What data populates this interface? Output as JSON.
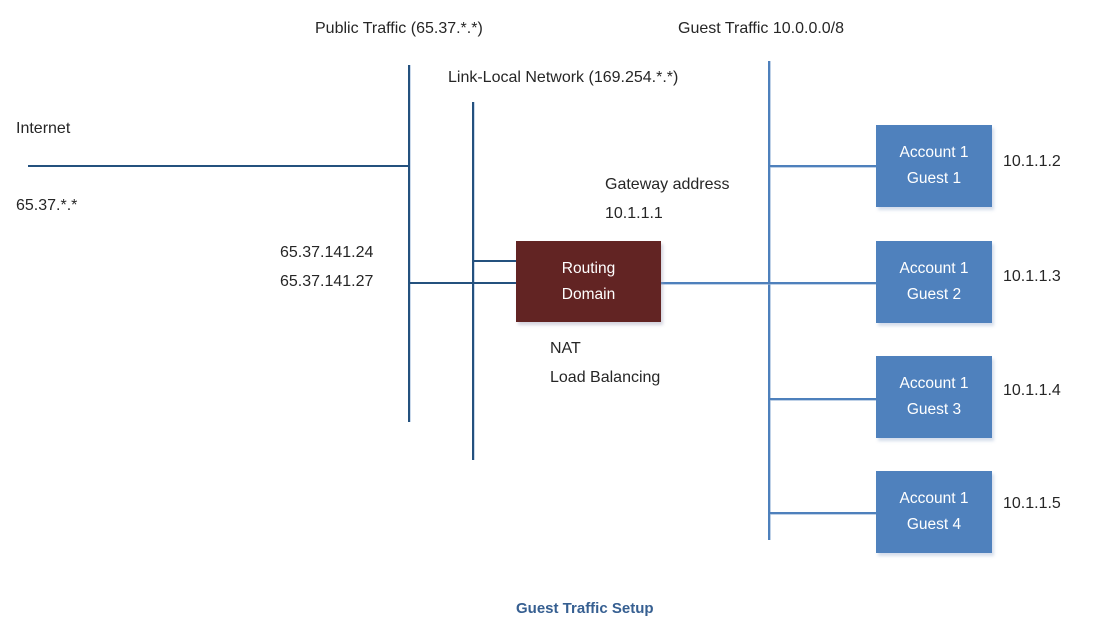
{
  "labels": {
    "public_traffic": "Public Traffic (65.37.*.*)",
    "guest_traffic": "Guest Traffic 10.0.0.0/8",
    "link_local": "Link-Local Network (169.254.*.*)",
    "internet": "Internet",
    "internet_ip": "65.37.*.*",
    "nat_ip_1": "65.37.141.24",
    "nat_ip_2": "65.37.141.27",
    "gateway_label": "Gateway address",
    "gateway_ip": "10.1.1.1",
    "nat": "NAT",
    "load_balancing": "Load Balancing"
  },
  "routing_domain": {
    "line1": "Routing",
    "line2": "Domain"
  },
  "guests": [
    {
      "account": "Account 1",
      "guest": "Guest 1",
      "ip": "10.1.1.2"
    },
    {
      "account": "Account 1",
      "guest": "Guest 2",
      "ip": "10.1.1.3"
    },
    {
      "account": "Account 1",
      "guest": "Guest 3",
      "ip": "10.1.1.4"
    },
    {
      "account": "Account 1",
      "guest": "Guest 4",
      "ip": "10.1.1.5"
    }
  ],
  "caption": "Guest Traffic Setup",
  "colors": {
    "public_line": "#24517E",
    "guest_line": "#4E80BC",
    "routing_box": "#622423",
    "guest_box": "#4F81BD",
    "caption_text": "#365F91",
    "label_text": "#262626"
  }
}
